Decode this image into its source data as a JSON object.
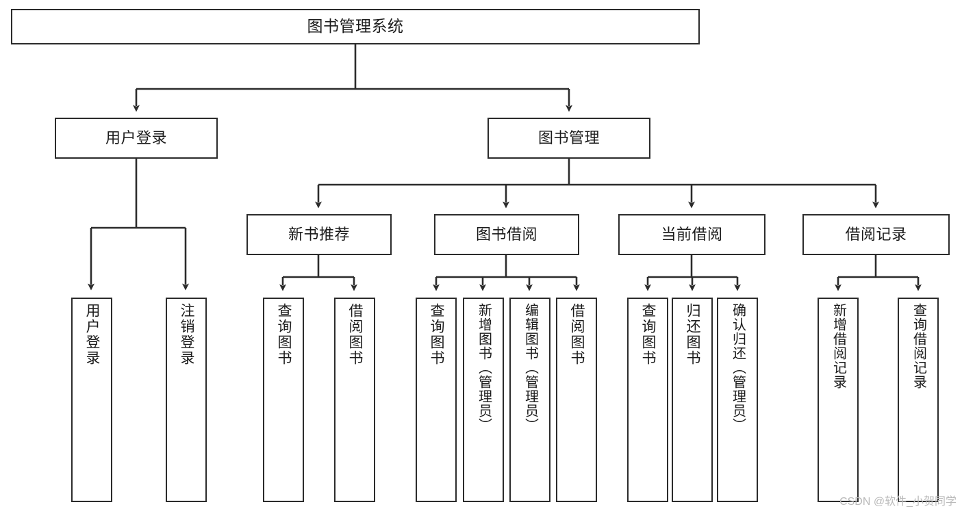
{
  "diagram": {
    "type": "tree-hierarchy",
    "title": "图书管理系统",
    "root": {
      "id": "root",
      "label": "图书管理系统"
    },
    "level1": [
      {
        "id": "user-login",
        "label": "用户登录"
      },
      {
        "id": "book-manage",
        "label": "图书管理"
      }
    ],
    "level2": [
      {
        "id": "new-book-rec",
        "label": "新书推荐",
        "parent": "book-manage"
      },
      {
        "id": "book-borrow",
        "label": "图书借阅",
        "parent": "book-manage"
      },
      {
        "id": "current-borrow",
        "label": "当前借阅",
        "parent": "book-manage"
      },
      {
        "id": "borrow-record",
        "label": "借阅记录",
        "parent": "book-manage"
      }
    ],
    "leaves": [
      {
        "id": "leaf-user-login",
        "label": "用户登录",
        "parent": "user-login"
      },
      {
        "id": "leaf-user-logout",
        "label": "注销登录",
        "parent": "user-login"
      },
      {
        "id": "leaf-rec-query",
        "label": "查询图书",
        "parent": "new-book-rec"
      },
      {
        "id": "leaf-rec-borrow",
        "label": "借阅图书",
        "parent": "new-book-rec"
      },
      {
        "id": "leaf-borrow-query",
        "label": "查询图书",
        "parent": "book-borrow"
      },
      {
        "id": "leaf-borrow-add",
        "label": "新增图书（管理员）",
        "parent": "book-borrow"
      },
      {
        "id": "leaf-borrow-edit",
        "label": "编辑图书（管理员）",
        "parent": "book-borrow"
      },
      {
        "id": "leaf-borrow-lend",
        "label": "借阅图书",
        "parent": "book-borrow"
      },
      {
        "id": "leaf-cur-query",
        "label": "查询图书",
        "parent": "current-borrow"
      },
      {
        "id": "leaf-cur-return",
        "label": "归还图书",
        "parent": "current-borrow"
      },
      {
        "id": "leaf-cur-confirm",
        "label": "确认归还（管理员）",
        "parent": "current-borrow"
      },
      {
        "id": "leaf-rec-add",
        "label": "新增借阅记录",
        "parent": "borrow-record"
      },
      {
        "id": "leaf-rec-query-record",
        "label": "查询借阅记录",
        "parent": "borrow-record"
      }
    ],
    "colors": {
      "stroke": "#2b2b2b",
      "fill": "#ffffff",
      "text": "#1b1b1b",
      "watermark": "#b9b9b9"
    }
  },
  "watermark": {
    "text": "CSDN @软件_小贺同学"
  }
}
